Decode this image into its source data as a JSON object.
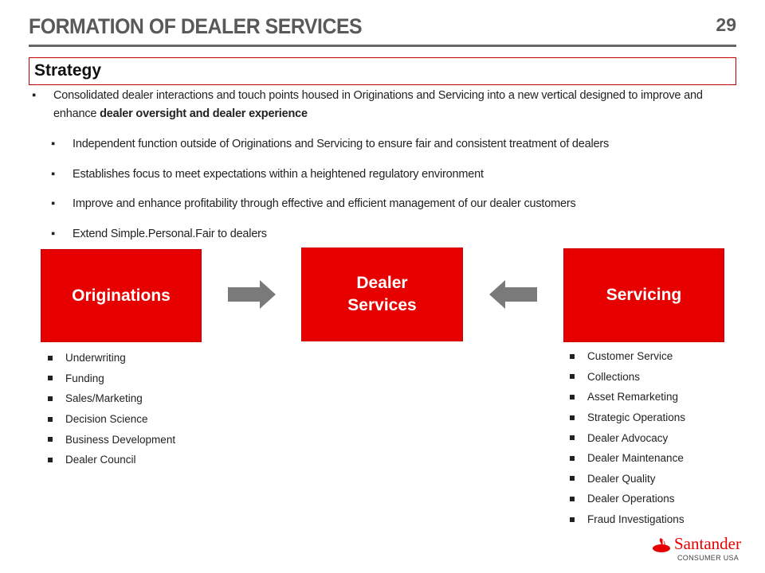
{
  "header": {
    "title": "FORMATION OF DEALER SERVICES",
    "page_number": "29"
  },
  "section": {
    "heading": "Strategy"
  },
  "bullets": {
    "main_text": "Consolidated dealer interactions and touch points housed in Originations and Servicing into a new vertical designed to improve and enhance ",
    "main_bold": "dealer oversight and dealer experience",
    "sub": [
      "Independent function outside of Originations and Servicing to ensure fair and consistent treatment of dealers",
      "Establishes focus to meet expectations within a heightened regulatory environment",
      "Improve and enhance profitability through effective and efficient management of our dealer customers",
      "Extend Simple.Personal.Fair to dealers"
    ]
  },
  "diagram": {
    "left_box": "Originations",
    "center_box_line1": "Dealer",
    "center_box_line2": "Services",
    "right_box": "Servicing",
    "left_list": [
      "Underwriting",
      "Funding",
      "Sales/Marketing",
      "Decision Science",
      "Business Development",
      "Dealer Council"
    ],
    "right_list": [
      "Customer Service",
      "Collections",
      "Asset Remarketing",
      "Strategic Operations",
      "Dealer Advocacy",
      "Dealer Maintenance",
      "Dealer Quality",
      "Dealer Operations",
      "Fraud Investigations"
    ]
  },
  "logo": {
    "brand": "Santander",
    "sub": "CONSUMER USA"
  },
  "colors": {
    "red": "#e60000",
    "gray": "#595959"
  }
}
